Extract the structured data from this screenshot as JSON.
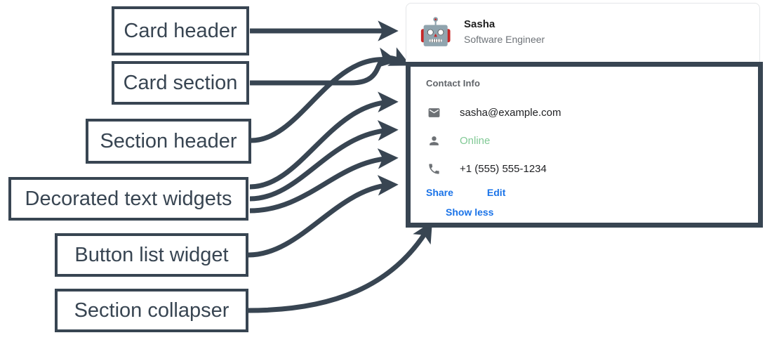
{
  "annotations": {
    "boxes": [
      {
        "label": "Card header",
        "name": "annotation-card-header"
      },
      {
        "label": "Card section",
        "name": "annotation-card-section"
      },
      {
        "label": "Section header",
        "name": "annotation-section-header"
      },
      {
        "label": "Decorated text widgets",
        "name": "annotation-decorated-text-widgets"
      },
      {
        "label": "Button list widget",
        "name": "annotation-button-list-widget"
      },
      {
        "label": "Section collapser",
        "name": "annotation-section-collapser"
      }
    ],
    "color": "#384552"
  },
  "card": {
    "header": {
      "avatar_icon": "robot-avatar-icon",
      "avatar_glyph": "🤖",
      "title": "Sasha",
      "subtitle": "Software Engineer"
    },
    "section": {
      "header": "Contact Info",
      "rows": [
        {
          "icon": "email-icon",
          "text": "sasha@example.com",
          "style": "default"
        },
        {
          "icon": "person-icon",
          "text": "Online",
          "style": "online"
        },
        {
          "icon": "phone-icon",
          "text": "+1 (555) 555-1234",
          "style": "default"
        }
      ],
      "buttons": [
        {
          "label": "Share",
          "name": "share-button"
        },
        {
          "label": "Edit",
          "name": "edit-button"
        }
      ],
      "collapser": {
        "label": "Show less",
        "name": "show-less-button"
      }
    }
  },
  "colors": {
    "accent_blue": "#1a73e8",
    "status_green": "#81c995",
    "annotation": "#384552",
    "icon_gray": "#6d7175",
    "subtitle_gray": "#6e7378"
  }
}
